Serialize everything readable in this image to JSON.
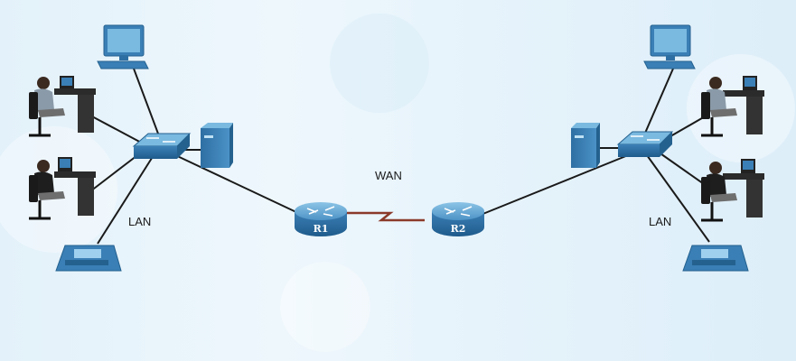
{
  "diagram": {
    "wan_label": "WAN",
    "lan_left_label": "LAN",
    "lan_right_label": "LAN",
    "routers": [
      {
        "id": "r1",
        "label": "R1"
      },
      {
        "id": "r2",
        "label": "R2"
      }
    ]
  },
  "colors": {
    "device_blue": "#3a7fb5",
    "device_dark": "#24618f",
    "device_light": "#6fb0d8",
    "cable": "#1a1a1a",
    "serial_link": "#8b3a2a"
  }
}
